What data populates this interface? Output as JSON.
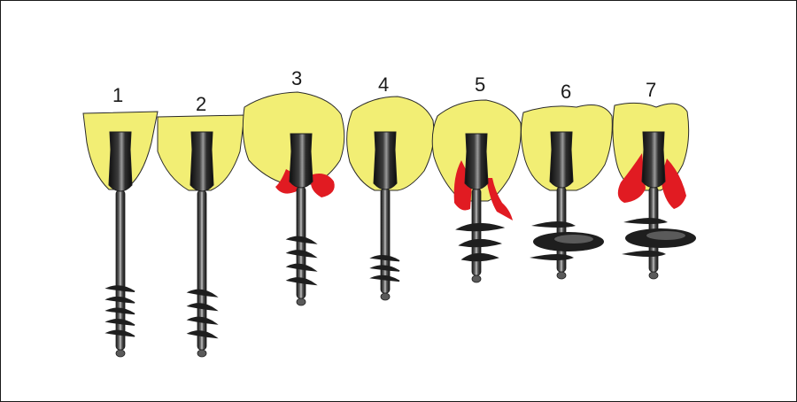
{
  "colors": {
    "crown": "#f2ee74",
    "crown_outline": "#2a2a2a",
    "lesion": "#e11b22",
    "instrument_dark": "#1e1e1e",
    "instrument_mid": "#5a5a5a",
    "instrument_light": "#b8b8b8",
    "frame": "#1a1a1a"
  },
  "items": [
    {
      "label": "1",
      "icon": "single-rooted-tooth-with-screw-post",
      "lesion": false,
      "thread": "long-spiral-at-tip"
    },
    {
      "label": "2",
      "icon": "single-rooted-tooth-with-screw-post",
      "lesion": false,
      "thread": "long-spiral-at-tip"
    },
    {
      "label": "3",
      "icon": "tooth-with-lesion-and-screw-post",
      "lesion": true,
      "thread": "spiral-mid-shaft"
    },
    {
      "label": "4",
      "icon": "tooth-with-screw-post",
      "lesion": false,
      "thread": "short-spiral"
    },
    {
      "label": "5",
      "icon": "tooth-with-lesion-and-anchor-post",
      "lesion": true,
      "thread": "open-spiral"
    },
    {
      "label": "6",
      "icon": "tooth-with-anchor-post",
      "lesion": false,
      "thread": "flat-disc-spiral"
    },
    {
      "label": "7",
      "icon": "tooth-with-lesion-and-anchor-post",
      "lesion": true,
      "thread": "flat-disc-spiral"
    }
  ]
}
